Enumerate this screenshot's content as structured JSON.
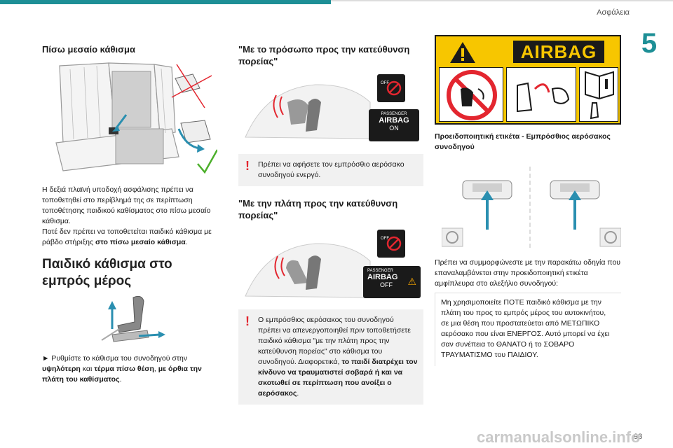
{
  "header": {
    "section_title": "Ασφάλεια",
    "chapter_number": "5",
    "page_number": "93"
  },
  "col1": {
    "title": "Πίσω μεσαίο κάθισμα",
    "para1": "Η δεξιά πλαϊνή υποδοχή ασφάλισης πρέπει να τοποθετηθεί στο περίβλημά της σε περίπτωση τοποθέτησης παιδικού καθίσματος στο πίσω μεσαίο κάθισμα.",
    "para2_a": "Ποτέ δεν πρέπει να τοποθετείται παιδικό κάθισμα με ράβδο στήριξης ",
    "para2_b": "στο πίσω μεσαίο κάθισμα",
    "para2_c": ".",
    "heading": "Παιδικό κάθισμα στο εμπρός μέρος",
    "step_a": "► Ρυθμίστε το κάθισμα του συνοδηγού στην ",
    "step_b": "υψηλότερη",
    "step_c": " και ",
    "step_d": "τέρμα πίσω θέση",
    "step_e": ", ",
    "step_f": "με όρθια την πλάτη του καθίσματος",
    "step_g": "."
  },
  "col2": {
    "title1": "\"Με το πρόσωπο προς την κατεύθυνση πορείας\"",
    "badge_passenger": "PASSENGER",
    "badge_airbag": "AIRBAG",
    "badge_on": "ON",
    "badge_off": "OFF",
    "warn1": "Πρέπει να αφήσετε τον εμπρόσθιο αερόσακο συνοδηγού ενεργό.",
    "title2": "\"Με την πλάτη προς την κατεύθυνση πορείας\"",
    "warn2_a": "Ο εμπρόσθιος αερόσακος του συνοδηγού πρέπει να απενεργοποιηθεί πριν τοποθετήσετε παιδικό κάθισμα \"με την πλάτη προς την κατεύθυνση πορείας\" στο κάθισμα του συνοδηγού.",
    "warn2_b": "Διαφορετικά, ",
    "warn2_c": "το παιδί διατρέχει τον κίνδυνο να τραυματιστεί σοβαρά ή και να σκοτωθεί σε περίπτωση που ανοίξει ο αερόσακος",
    "warn2_d": "."
  },
  "col3": {
    "airbag_label": "AIRBAG",
    "caption": "Προειδοποιητική ετικέτα - Εμπρόσθιος αερόσακος συνοδηγού",
    "para": "Πρέπει να συμμορφώνεστε με την παρακάτω οδηγία που επαναλαμβάνεται στην προειδοποιητική ετικέτα αμφίπλευρα στο αλεξήλιο συνοδηγού:",
    "info": "Μη χρησιμοποιείτε ΠΟΤΕ παιδικό κάθισμα με την πλάτη του προς το εμπρός μέρος του αυτοκινήτου, σε μια θέση που προστατεύεται από ΜΕΤΩΠΙΚΟ αερόσακο που είναι ΕΝΕΡΓΟΣ. Αυτό μπορεί να έχει σαν συνέπεια το ΘΑΝΑΤΟ ή το ΣΟΒΑΡΟ ΤΡΑΥΜΑΤΙΣΜΟ του ΠΑΙΔΙΟΥ."
  },
  "watermark": "carmanualsonline.info",
  "colors": {
    "accent": "#1d8f96",
    "warning_red": "#e3262f",
    "arrow_teal": "#2a8fb0",
    "airbag_yellow": "#f7c600"
  }
}
